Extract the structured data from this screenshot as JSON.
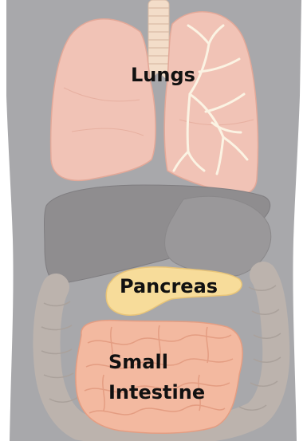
{
  "labels": {
    "lungs": "Lungs",
    "pancreas": "Pancreas",
    "small_intestine_line1": "Small",
    "small_intestine_line2": "Intestine"
  },
  "colors": {
    "background": "#ffffff",
    "torso": "#a8a8ab",
    "lung": "#f1c3b6",
    "lung_vessel": "#fbf3e3",
    "trachea": "#f3ddc9",
    "liver": "#8f8d8f",
    "stomach": "#9a989a",
    "pancreas": "#f7dc9a",
    "large_intestine": "#bcb3ad",
    "small_intestine": "#f3b9a0",
    "label_text": "#111111"
  },
  "icons": {
    "lungs": "lungs-illustration",
    "trachea": "trachea-illustration",
    "liver": "liver-illustration",
    "stomach": "stomach-illustration",
    "pancreas": "pancreas-illustration",
    "large_intestine": "large-intestine-illustration",
    "small_intestine": "small-intestine-illustration"
  }
}
